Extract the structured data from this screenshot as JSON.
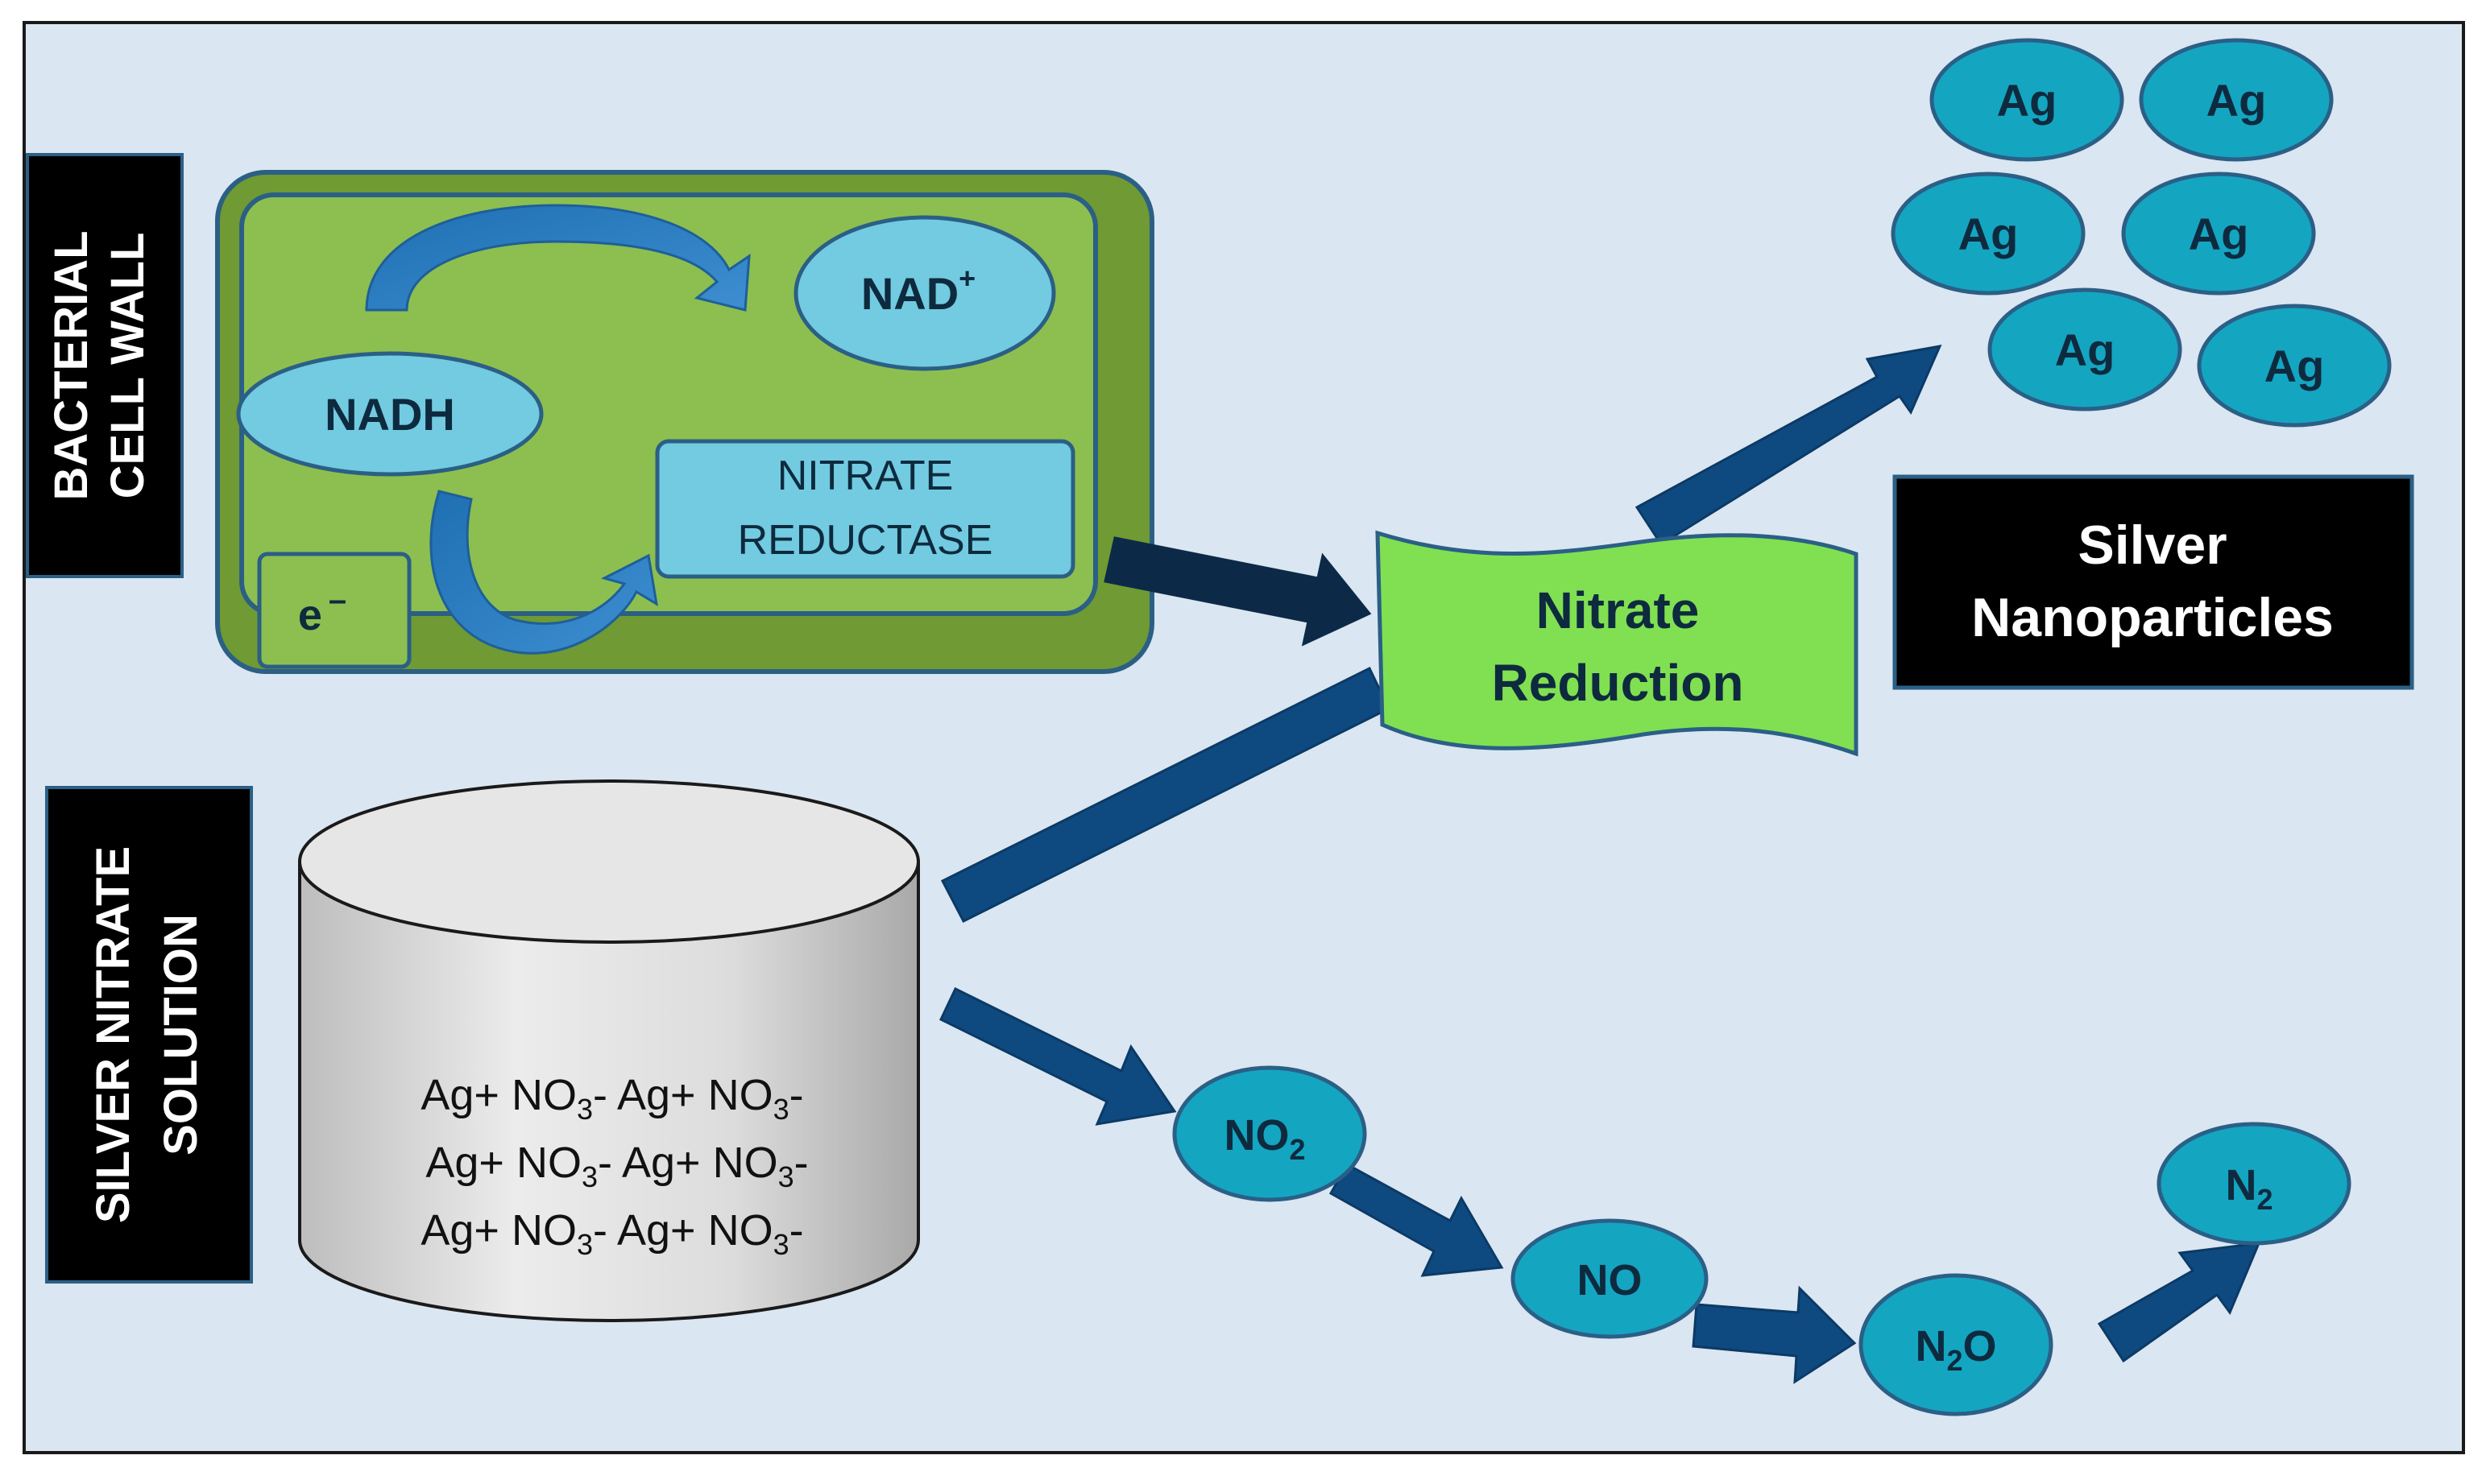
{
  "labels": {
    "cell_wall": [
      "BACTERIAL",
      "CELL WALL"
    ],
    "silver_solution": [
      "SILVER NITRATE",
      "SOLUTION"
    ],
    "nadh": "NADH",
    "nad_plus": {
      "base": "NAD",
      "sup": "+"
    },
    "electron": {
      "base": "e",
      "sup": "–"
    },
    "nitrate_reductase": [
      "NITRATE",
      "REDUCTASE"
    ],
    "nitrate_reduction": [
      "Nitrate",
      "Reduction"
    ],
    "silver_nanoparticles": [
      "Silver",
      "Nanoparticles"
    ],
    "ag": "Ag",
    "solution_rows": [
      [
        "Ag+ NO",
        "3",
        "-  Ag+ NO",
        "3",
        "-"
      ],
      [
        "Ag+ NO",
        "3",
        "-  Ag+ NO",
        "3",
        "-"
      ],
      [
        "Ag+ NO",
        "3",
        "-   Ag+ NO",
        "3",
        "-"
      ]
    ],
    "no2": {
      "base": "NO",
      "sub": "2"
    },
    "no": "NO",
    "n2o": {
      "pre": "N",
      "sub": "2",
      "post": "O"
    },
    "n2": {
      "base": "N",
      "sub": "2"
    }
  },
  "colors": {
    "background": "#dae6f1",
    "frame": "#1a1a1a",
    "cell_outer": "#6f9a34",
    "cell_inner": "#8cbf4f",
    "cell_border": "#2b5f86",
    "light_bubble": "#72cbe0",
    "teal_bubble": "#14a5c1",
    "arrow_dark": "#0e4a80",
    "arrow_black": "#0c2a47",
    "green_banner": "#80e052",
    "label_box": "#000000",
    "cylinder": "#e3e3e3"
  }
}
